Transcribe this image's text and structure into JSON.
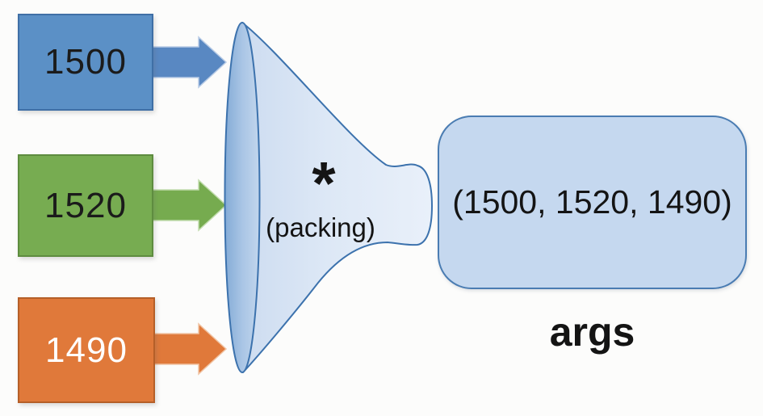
{
  "diagram": {
    "title_concept": "argument packing",
    "background_color": "#fcfcfb",
    "sources": [
      {
        "label": "1500",
        "fill": "#5b90c6",
        "border": "#3f6fa6",
        "text_color": "#1b1b1b",
        "arrow_color": "#5988c2"
      },
      {
        "label": "1520",
        "fill": "#77ac51",
        "border": "#5e8c3f",
        "text_color": "#1b1b1b",
        "arrow_color": "#76ab4f"
      },
      {
        "label": "1490",
        "fill": "#e0793a",
        "border": "#b55f28",
        "text_color": "#ffffff",
        "arrow_color": "#e0793a"
      }
    ],
    "funnel": {
      "operator": "*",
      "caption": "(packing)",
      "fill_light": "#e9f0fa",
      "fill_dark": "#84abd6",
      "stroke": "#3c72ad"
    },
    "output": {
      "value": "(1500, 1520, 1490)",
      "label": "args",
      "fill": "#c5d8ef",
      "stroke": "#4a7cb2"
    }
  }
}
